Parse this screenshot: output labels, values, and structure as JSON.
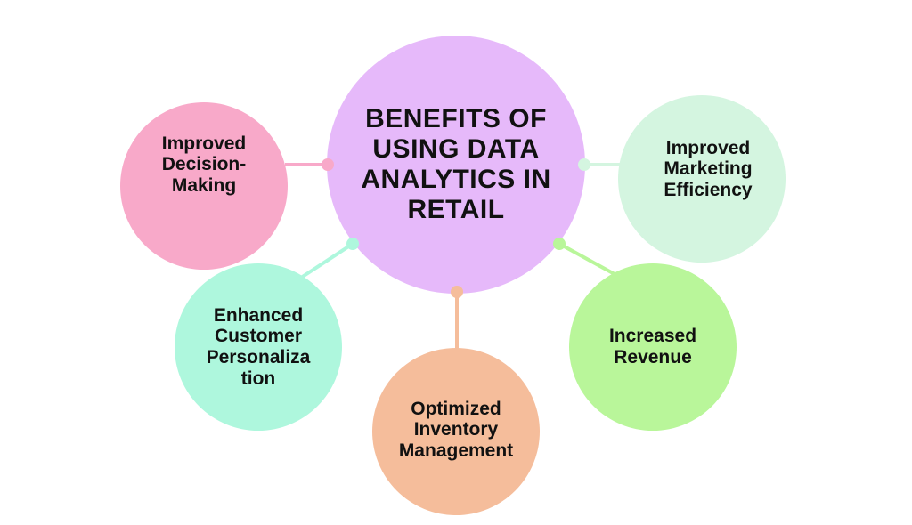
{
  "title": "BENEFITS OF\nUSING DATA\nANALYTICS IN\nRETAIL",
  "nodes": [
    {
      "id": "decision",
      "label": "Improved\nDecision-\nMaking",
      "color": "#f8a9c9"
    },
    {
      "id": "marketing",
      "label": "Improved\nMarketing\nEfficiency",
      "color": "#d4f5e0"
    },
    {
      "id": "personalization",
      "label": "Enhanced\nCustomer\nPersonaliza\ntion",
      "color": "#aef7dd"
    },
    {
      "id": "inventory",
      "label": "Optimized\nInventory\nManagement",
      "color": "#f5bd9b"
    },
    {
      "id": "revenue",
      "label": "Increased\nRevenue",
      "color": "#b9f69a"
    }
  ],
  "center_color": "#e6b9fa"
}
